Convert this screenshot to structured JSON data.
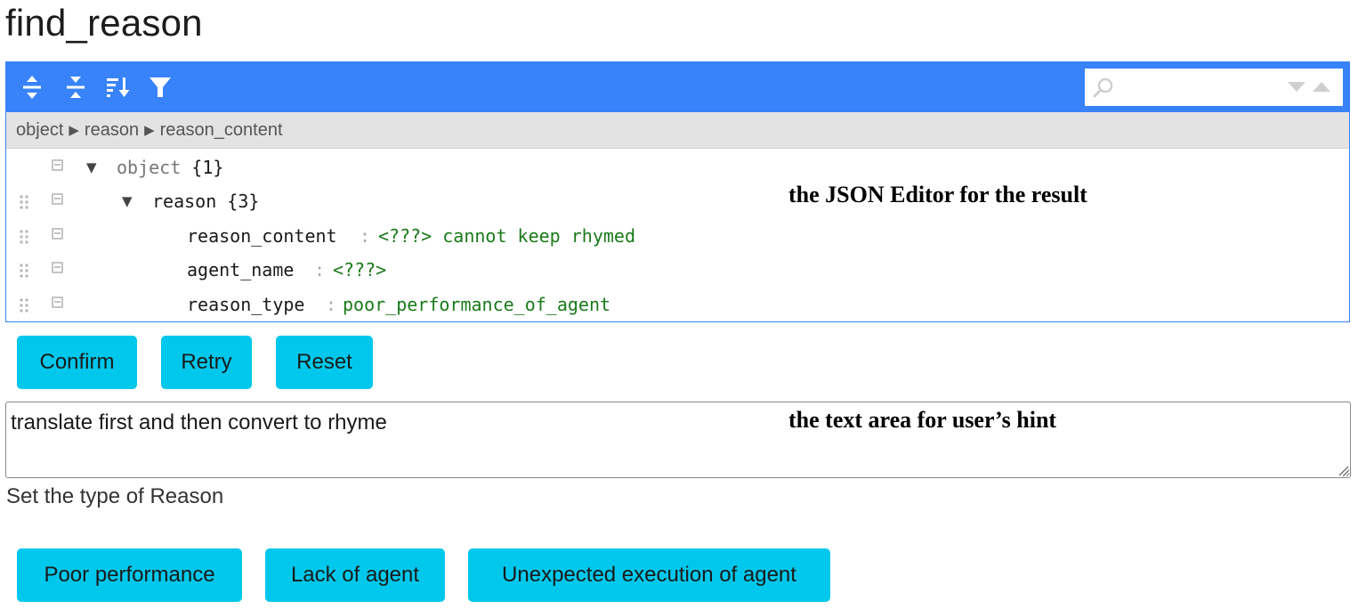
{
  "page_title": "find_reason",
  "editor": {
    "toolbar": {
      "expand_all": "expand-all-icon",
      "collapse_all": "collapse-all-icon",
      "sort": "sort-icon",
      "filter": "filter-icon"
    },
    "search": {
      "placeholder": "",
      "value": ""
    },
    "breadcrumb": [
      "object",
      "reason",
      "reason_content"
    ],
    "tree": {
      "root": {
        "key": "object",
        "count": "{1}"
      },
      "reason": {
        "key": "reason",
        "count": "{3}"
      },
      "fields": [
        {
          "key": "reason_content",
          "value": "<???> cannot keep rhymed"
        },
        {
          "key": "agent_name",
          "value": "<???>"
        },
        {
          "key": "reason_type",
          "value": "poor_performance_of_agent"
        }
      ]
    },
    "annotation": "the JSON Editor for the result"
  },
  "actions": {
    "confirm": "Confirm",
    "retry": "Retry",
    "reset": "Reset"
  },
  "hint": {
    "value": "translate first and then convert to rhyme",
    "annotation": "the text area for user’s hint"
  },
  "reason_type": {
    "label": "Set the type of Reason",
    "options": [
      "Poor performance",
      "Lack of agent",
      "Unexpected execution of agent"
    ]
  },
  "colors": {
    "toolbar": "#3883fa",
    "button": "#00c8ec",
    "value_text": "#1a7a1a"
  }
}
